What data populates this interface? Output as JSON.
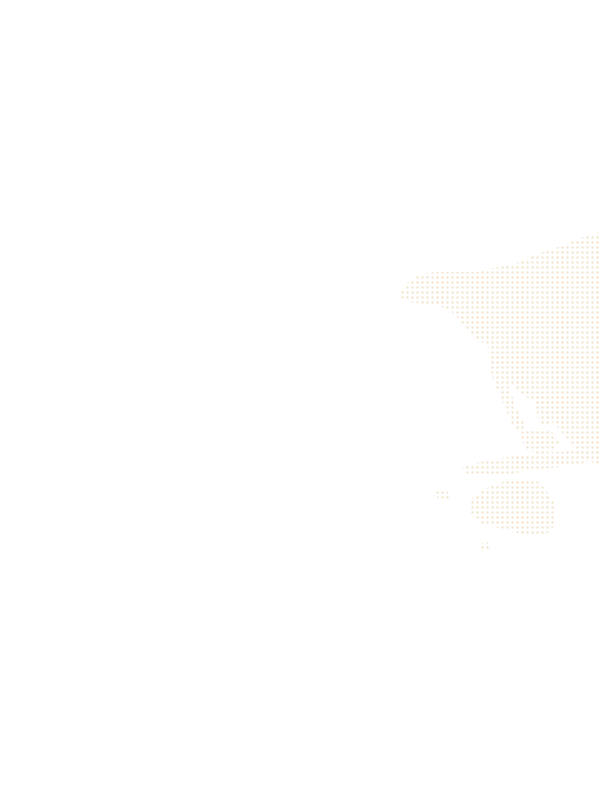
{
  "page": {
    "background_color": "#ffffff"
  },
  "world_map": {
    "icon": "dotted-world-map-decoration",
    "dot_color": "#f3e4cc",
    "regions_visible": [
      "east-asia",
      "southeast-asia",
      "australia"
    ]
  }
}
